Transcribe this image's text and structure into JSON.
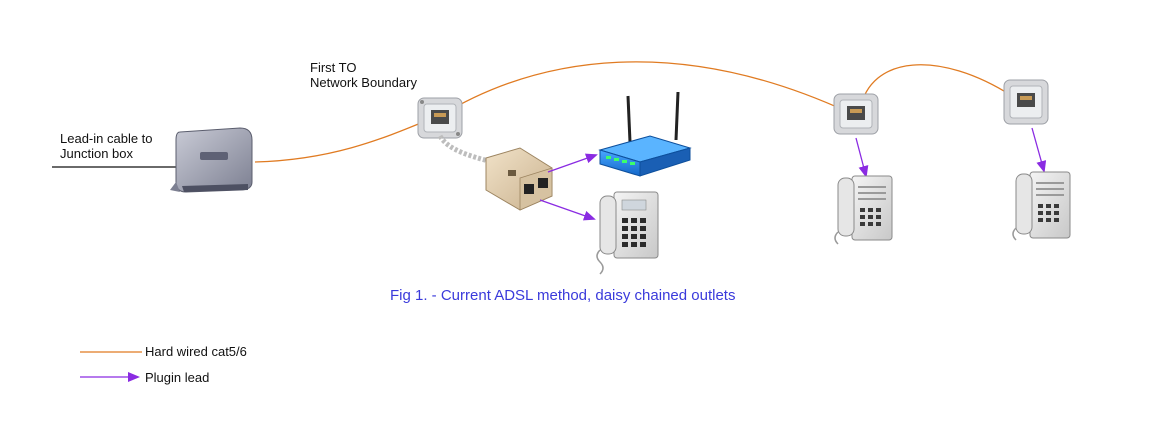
{
  "labels": {
    "leadin_line1": "Lead-in cable to",
    "leadin_line2": "Junction box",
    "first_to_line1": "First TO",
    "first_to_line2": "Network Boundary"
  },
  "caption": "Fig 1. - Current  ADSL method, daisy chained outlets",
  "legend": {
    "hardwired": "Hard wired cat5/6",
    "plugin": "Plugin lead"
  },
  "colors": {
    "hardwired": "#e07b22",
    "plugin": "#8a2be2",
    "caption": "#3a3adb"
  }
}
